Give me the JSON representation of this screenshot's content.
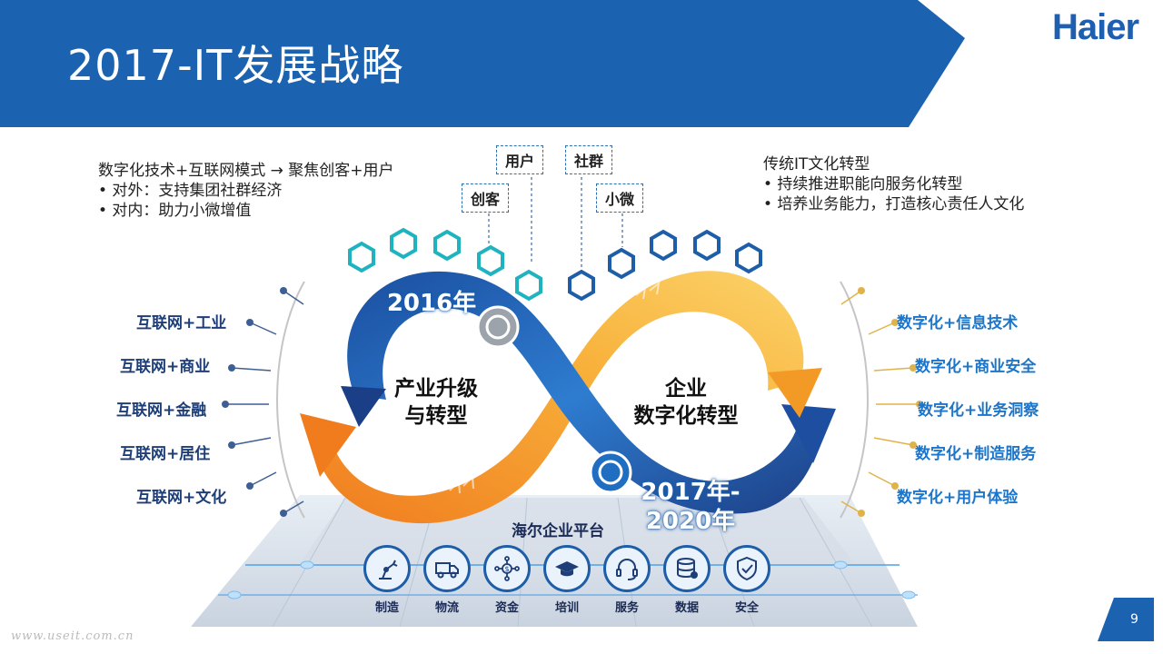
{
  "slide": {
    "title": "2017-IT发展战略",
    "logo": "Haier",
    "page_number": "9",
    "watermark": "www.useit.com.cn"
  },
  "left_block": {
    "heading": "数字化技术+互联网模式 → 聚焦创客+用户",
    "bullets": [
      "• 对外：支持集团社群经济",
      "• 对内：助力小微增值"
    ]
  },
  "right_block": {
    "heading": "传统IT文化转型",
    "bullets": [
      "• 持续推进职能向服务化转型",
      "• 培养业务能力，打造核心责任人文化"
    ]
  },
  "tags": [
    "用户",
    "创客",
    "社群",
    "小微"
  ],
  "left_labels": [
    "互联网+工业",
    "互联网+商业",
    "互联网+金融",
    "互联网+居住",
    "互联网+文化"
  ],
  "right_labels": [
    "数字化+信息技术",
    "数字化+商业安全",
    "数字化+业务洞察",
    "数字化+制造服务",
    "数字化+用户体验"
  ],
  "center": {
    "left_text_line1": "产业升级",
    "left_text_line2": "与转型",
    "right_text_line1": "企业",
    "right_text_line2": "数字化转型",
    "year_left": "2016年",
    "year_right_line1": "2017年-",
    "year_right_line2": "2020年"
  },
  "platform": {
    "label": "海尔企业平台",
    "services": [
      {
        "label": "制造",
        "icon": "robot-arm-icon"
      },
      {
        "label": "物流",
        "icon": "truck-icon"
      },
      {
        "label": "资金",
        "icon": "money-network-icon"
      },
      {
        "label": "培训",
        "icon": "graduation-cap-icon"
      },
      {
        "label": "服务",
        "icon": "headset-icon"
      },
      {
        "label": "数据",
        "icon": "database-icon"
      },
      {
        "label": "安全",
        "icon": "shield-check-icon"
      }
    ]
  },
  "colors": {
    "banner_blue": "#1b62b0",
    "teal_hex": "#1fb3bf",
    "navy_hex": "#1e5ea8",
    "orange": "#f39a26",
    "label_navy": "#1e3e78",
    "label_blue": "#1c75c9"
  }
}
